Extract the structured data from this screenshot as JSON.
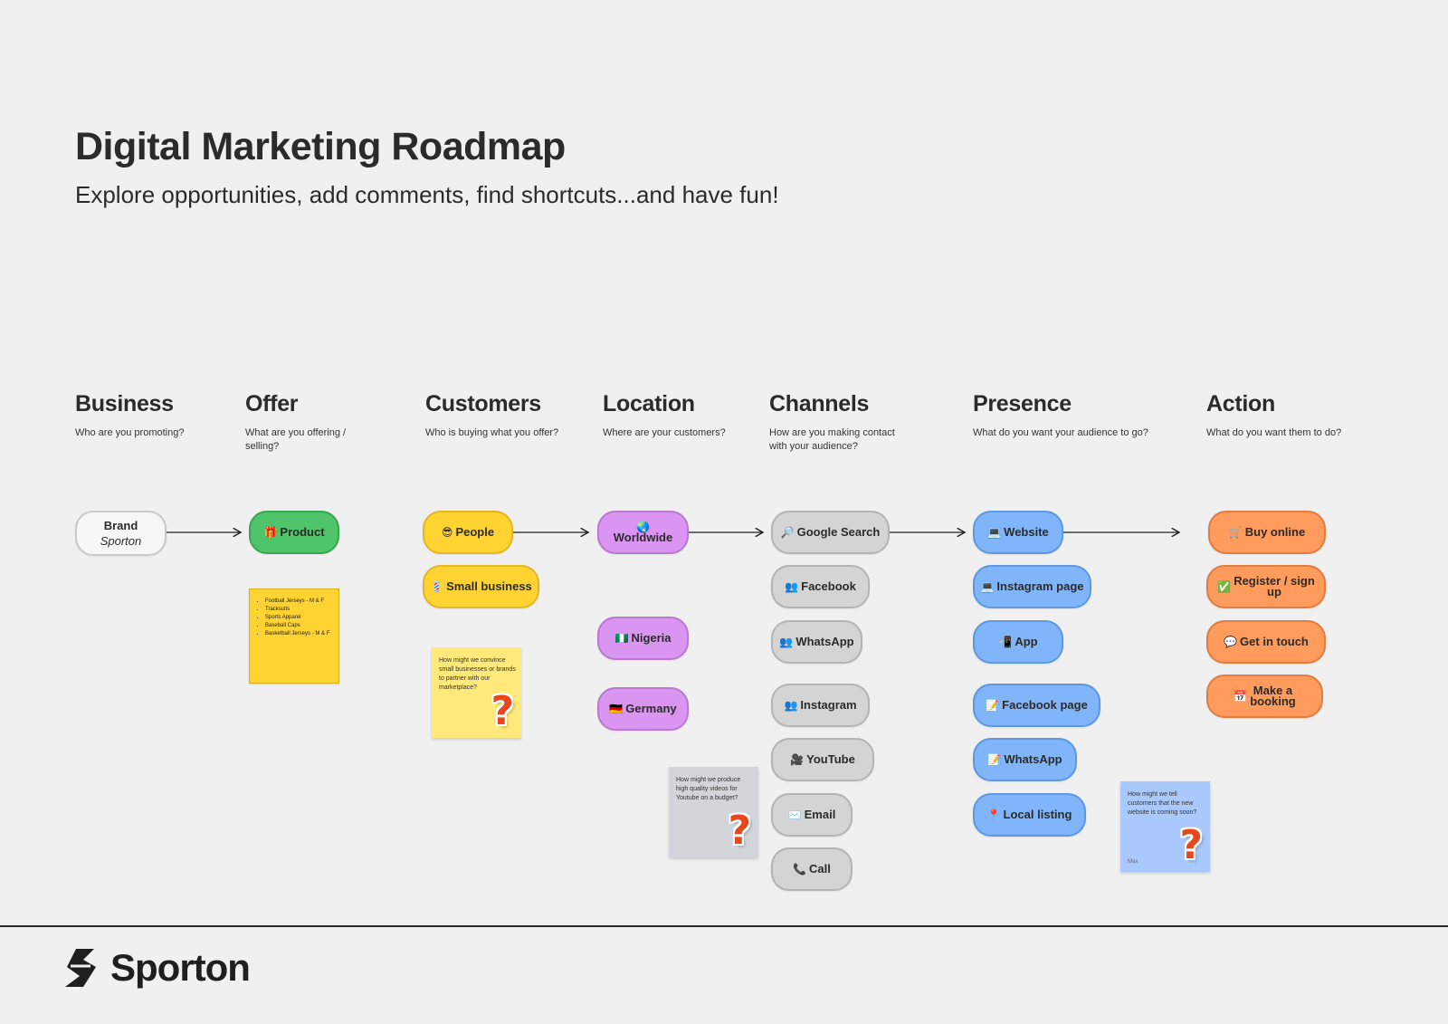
{
  "header": {
    "title": "Digital Marketing Roadmap",
    "subtitle": "Explore opportunities, add comments, find shortcuts...and have fun!"
  },
  "columns": [
    {
      "title": "Business",
      "question": "Who are you promoting?"
    },
    {
      "title": "Offer",
      "question": "What are you offering / selling?"
    },
    {
      "title": "Customers",
      "question": "Who is buying what you offer?"
    },
    {
      "title": "Location",
      "question": "Where are your customers?"
    },
    {
      "title": "Channels",
      "question": "How are you making contact with your audience?"
    },
    {
      "title": "Presence",
      "question": "What do you want your audience to go?"
    },
    {
      "title": "Action",
      "question": "What do you want them to do?"
    }
  ],
  "business": {
    "label": "Brand",
    "name": "Sporton"
  },
  "offer": {
    "product": {
      "icon": "🎁",
      "label": "Product"
    },
    "items": [
      "Football Jerseys - M & F",
      "Tracksuits",
      "Sports Apparel",
      "Baseball Caps",
      "Basketball Jerseys - M & F"
    ]
  },
  "customers": [
    {
      "icon": "😎",
      "label": "People"
    },
    {
      "icon": "💈",
      "label": "Small business"
    }
  ],
  "locations": [
    {
      "icon": "🌏",
      "label": "Worldwide"
    },
    {
      "icon": "🇳🇬",
      "label": "Nigeria"
    },
    {
      "icon": "🇩🇪",
      "label": "Germany"
    }
  ],
  "channels": [
    {
      "icon": "🔎",
      "label": "Google Search"
    },
    {
      "icon": "👥",
      "label": "Facebook"
    },
    {
      "icon": "👥",
      "label": "WhatsApp"
    },
    {
      "icon": "👥",
      "label": "Instagram"
    },
    {
      "icon": "🎥",
      "label": "YouTube"
    },
    {
      "icon": "✉️",
      "label": "Email"
    },
    {
      "icon": "📞",
      "label": "Call"
    }
  ],
  "presence": [
    {
      "icon": "💻",
      "label": "Website"
    },
    {
      "icon": "💻",
      "label": "Instagram page"
    },
    {
      "icon": "📲",
      "label": "App"
    },
    {
      "icon": "📝",
      "label": "Facebook page"
    },
    {
      "icon": "📝",
      "label": "WhatsApp"
    },
    {
      "icon": "📍",
      "label": "Local listing"
    }
  ],
  "actions": [
    {
      "icon": "🛒",
      "label": "Buy online"
    },
    {
      "icon": "✅",
      "label": "Register / sign up"
    },
    {
      "icon": "💬",
      "label": "Get in touch"
    },
    {
      "icon": "📅",
      "label": "Make a booking"
    }
  ],
  "notes": {
    "customers": {
      "text": "How might we convince small businesses or brands to partner with our marketplace?",
      "mark": "?"
    },
    "channels": {
      "text": "How might we produce high quality videos for Youtube on a budget?",
      "mark": "?"
    },
    "presence": {
      "text": "How might we tell customers that the new website is coming soon?",
      "mark": "?",
      "author": "Max"
    }
  },
  "footer": {
    "logo_text": "Sporton"
  },
  "colors": {
    "background": "#f0f0f0",
    "offer": "#4fc46a",
    "customers": "#ffd332",
    "location": "#da95f2",
    "channels": "#d4d4d4",
    "presence": "#80b5fa",
    "action": "#ff9b5c",
    "question_mark": "#e8471d"
  }
}
